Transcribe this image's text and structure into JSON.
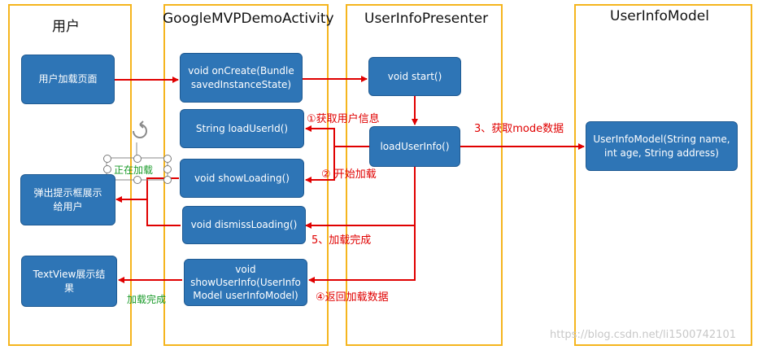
{
  "lanes": {
    "user": "用户",
    "activity": "GoogleMVPDemoActivity",
    "presenter": "UserInfoPresenter",
    "model": "UserInfoModel"
  },
  "boxes": {
    "user_load_page": "用户加载页面",
    "popup_show": "弹出提示框展示给用户",
    "textview_show": "TextView展示结果",
    "on_create_line1": "void onCreate(Bundle",
    "on_create_line2": "savedInstanceState)",
    "load_user_id": "String loadUserId()",
    "show_loading": "void showLoading()",
    "dismiss_loading": "void dismissLoading()",
    "show_user_info_line1": "void",
    "show_user_info_line2": "showUserInfo(UserInfo",
    "show_user_info_line3": "Model userInfoModel)",
    "start": "void start()",
    "load_user_info": "loadUserInfo()",
    "model_line1": "UserInfoModel(String name,",
    "model_line2": "int age, String address)"
  },
  "labels": {
    "step1": "①获取用户信息",
    "step2": "② 开始加载",
    "step3": "3、获取mode数据",
    "step4": "④返回加载数据",
    "step5": "5、加载完成",
    "loading_text": "正在加载",
    "load_done_text": "加载完成"
  },
  "watermark": "https://blog.csdn.net/li1500742101",
  "colors": {
    "lane_border": "#f5b51e",
    "box_fill": "#2e75b6",
    "arrow": "#e00000",
    "green_text": "#1a9b2a"
  }
}
